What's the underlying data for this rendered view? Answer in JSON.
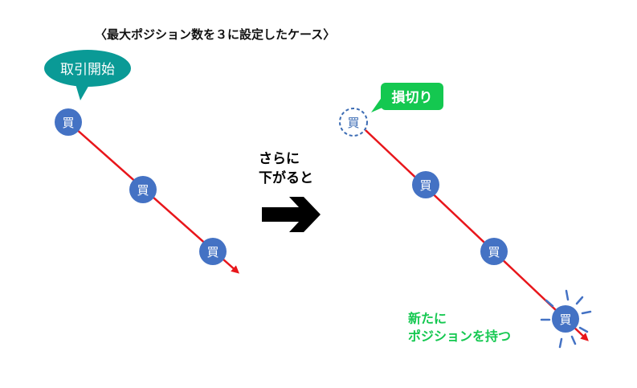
{
  "title": "〈最大ポジション数を３に設定したケース〉",
  "left_panel": {
    "bubble_label": "取引開始",
    "nodes": [
      "買",
      "買",
      "買"
    ]
  },
  "middle": {
    "line1": "さらに",
    "line2": "下がると",
    "arrow": "right-arrow-icon"
  },
  "right_panel": {
    "stop_loss_label": "損切り",
    "stopped_node": "買",
    "nodes": [
      "買",
      "買",
      "買"
    ],
    "new_label_line1": "新たに",
    "new_label_line2": "ポジションを持つ"
  },
  "colors": {
    "node_fill": "#4472c4",
    "line": "#e8161b",
    "bubble_teal": "#0a9a96",
    "stop_green": "#14c850",
    "burst": "#4472c4"
  }
}
